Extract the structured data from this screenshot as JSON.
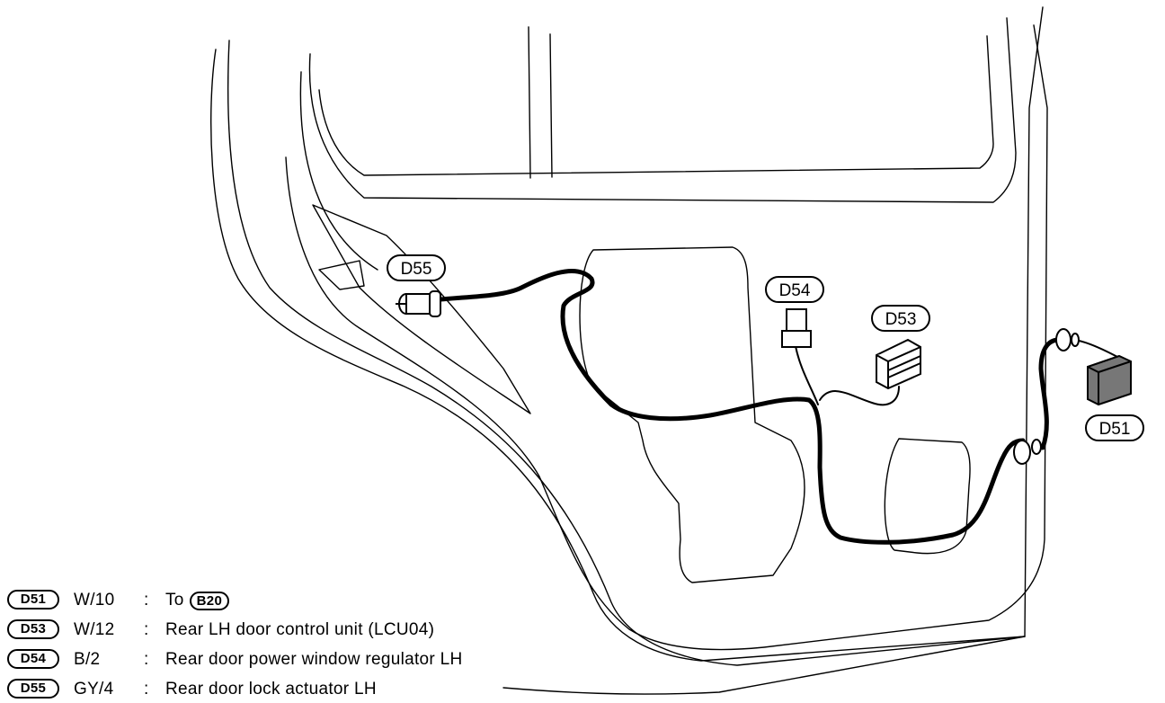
{
  "callouts": {
    "d55": "D55",
    "d54": "D54",
    "d53": "D53",
    "d51": "D51"
  },
  "legend": [
    {
      "code": "D51",
      "wire": "W/10",
      "colon": ":",
      "desc": "To",
      "ref": "B20"
    },
    {
      "code": "D53",
      "wire": "W/12",
      "colon": ":",
      "desc": "Rear LH door control unit (LCU04)"
    },
    {
      "code": "D54",
      "wire": "B/2",
      "colon": ":",
      "desc": "Rear door power window regulator LH"
    },
    {
      "code": "D55",
      "wire": "GY/4",
      "colon": ":",
      "desc": "Rear door lock actuator LH"
    }
  ]
}
